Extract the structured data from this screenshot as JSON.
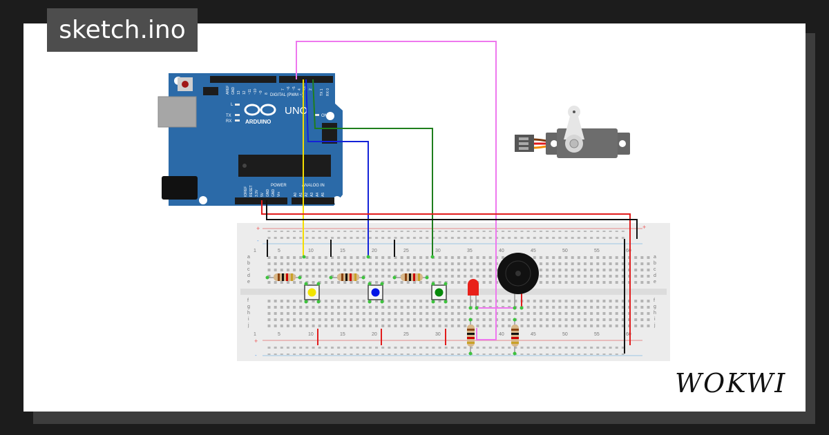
{
  "title": "sketch.ino",
  "branding": {
    "logo_text": "WOKWI"
  },
  "arduino": {
    "model": "UNO",
    "brand": "ARDUINO",
    "header_digital": "DIGITAL (PWM ~)",
    "header_power": "POWER",
    "header_analog": "ANALOG IN",
    "label_aref": "AREF",
    "label_gnd": "GND",
    "digital_pins": [
      "13",
      "12",
      "~11",
      "~10",
      "~9",
      "8",
      "7",
      "~6",
      "~5",
      "4",
      "~3",
      "2",
      "TX 1",
      "RX 0"
    ],
    "power_pins": [
      "IOREF",
      "RESET",
      "3.3V",
      "5V",
      "GND",
      "GND",
      "Vin"
    ],
    "analog_pins": [
      "A0",
      "A1",
      "A2",
      "A3",
      "A4",
      "A5"
    ],
    "led_labels": [
      "L",
      "TX",
      "RX",
      "ON"
    ]
  },
  "breadboard": {
    "column_numbers": [
      "1",
      "5",
      "10",
      "15",
      "20",
      "25",
      "30",
      "35",
      "40",
      "45",
      "50",
      "55",
      "60"
    ],
    "row_letters_top": [
      "a",
      "b",
      "c",
      "d",
      "e"
    ],
    "row_letters_bottom": [
      "f",
      "g",
      "h",
      "i",
      "j"
    ],
    "rail_plus": "+",
    "rail_minus": "-"
  },
  "components": {
    "buttons": [
      {
        "color_name": "yellow",
        "color": "#f2e400"
      },
      {
        "color_name": "blue",
        "color": "#0014e6"
      },
      {
        "color_name": "green",
        "color": "#078a0b"
      }
    ],
    "led_color": "#e8201a",
    "servo": "servo",
    "buzzer": "buzzer"
  },
  "colors": {
    "board_blue": "#2b6aa8",
    "breadboard": "#ececec",
    "wire_yellow": "#f5de00",
    "wire_blue": "#1322d8",
    "wire_green": "#1e7e1c",
    "wire_pink": "#ee77ee",
    "wire_red": "#e11c1c",
    "wire_black": "#111111"
  }
}
